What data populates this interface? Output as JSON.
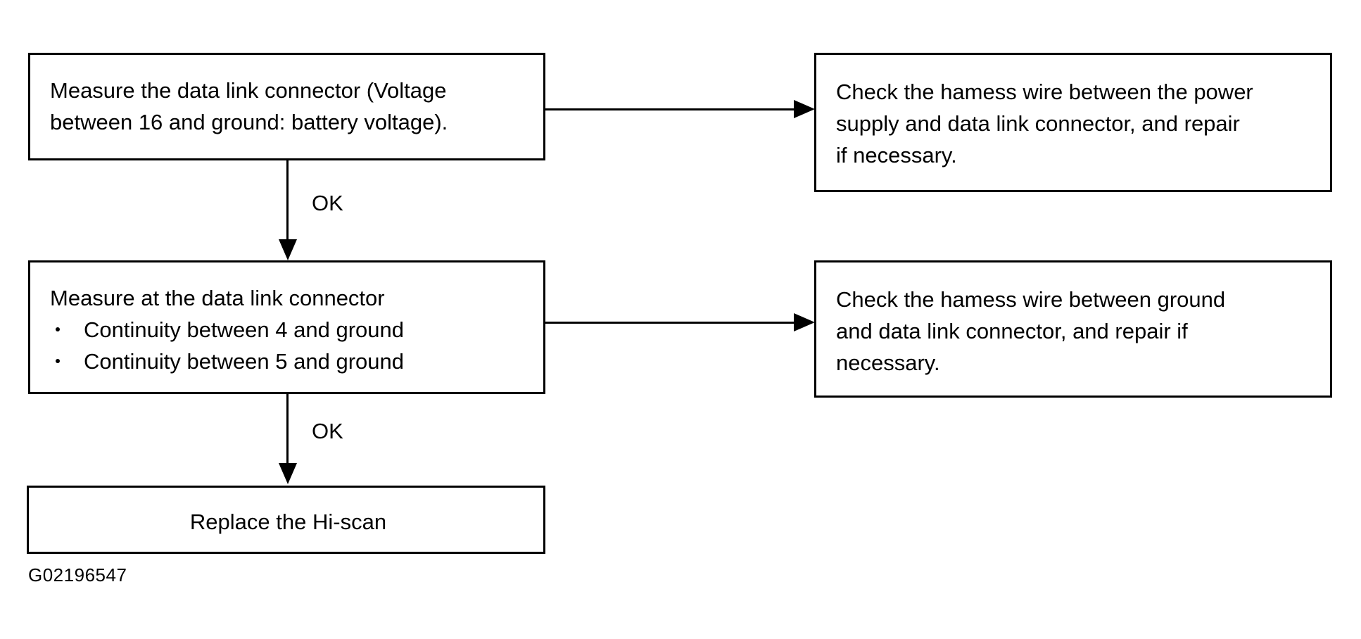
{
  "figure": {
    "id_label": "G02196547",
    "background_color": "#ffffff",
    "line_color": "#000000"
  },
  "nodes": {
    "measure_dlc": {
      "text": "Measure the data link connector (Voltage\nbetween 16 and ground: battery voltage)."
    },
    "check_power": {
      "text": "Check the hamess wire between the power\nsupply and data link connector, and repair\nif necessary."
    },
    "measure_continuity": {
      "heading": "Measure at the data link connector",
      "bullets": [
        "Continuity between 4 and ground",
        "Continuity between 5 and ground"
      ]
    },
    "check_ground": {
      "text": "Check the hamess wire between ground\nand data link connector, and repair if\nnecessary."
    },
    "replace_hiscan": {
      "text": "Replace the Hi-scan"
    }
  },
  "connectors": {
    "ok_label_1": "OK",
    "ok_label_2": "OK"
  }
}
